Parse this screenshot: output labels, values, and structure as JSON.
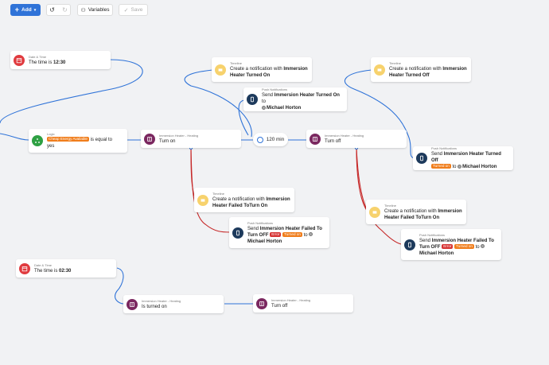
{
  "toolbar": {
    "add": "Add",
    "variables": "Variables",
    "save": "Save"
  },
  "nodes": {
    "dt1": {
      "cat": "Date & Time",
      "pre": "The time is ",
      "val": "12:30"
    },
    "dt2": {
      "cat": "Date & Time",
      "pre": "The time is ",
      "val": "02:30"
    },
    "tl1": {
      "cat": "Timeline",
      "pre": "Create a notification with ",
      "name": "Immersion Heater Turned On"
    },
    "tl2": {
      "cat": "Timeline",
      "pre": "Create a notification with ",
      "name": "Immersion Heater Turned Off"
    },
    "tl3": {
      "cat": "Timeline",
      "pre": "Create a notification with ",
      "name": "Immersion Heater Failed ToTurn On"
    },
    "tl4": {
      "cat": "Timeline",
      "pre": "Create a notification with ",
      "name": "Immersion Heater Failed ToTurn On"
    },
    "pn1": {
      "cat": "Push Notifications",
      "send": "Send ",
      "name": "Immersion Heater Turned On",
      "to": " to ",
      "user": "Michael Horton"
    },
    "pn2": {
      "cat": "Push Notifications",
      "send": "Send ",
      "name": "Immersion Heater Turned Off",
      "tag": "Turned on",
      "to": " to ",
      "user": "Michael Horton"
    },
    "pn3": {
      "cat": "Push Notifications",
      "send": "Send ",
      "name": "Immersion Heater Failed To Turn OFF",
      "err": "Error",
      "tag": "Turned on",
      "to": " to ",
      "user": "Michael Horton"
    },
    "pn4": {
      "cat": "Push Notifications",
      "send": "Send ",
      "name": "Immersion Heater Failed To Turn OFF",
      "err": "Error",
      "tag": "Turned on",
      "to": " to ",
      "user": "Michael Horton"
    },
    "logic": {
      "cat": "Logic",
      "tag": "Cheap Energy Available",
      "mid": " is equal to",
      "val": "yes"
    },
    "h1": {
      "cat": "Immersion Heater - Heating",
      "txt": "Turn on"
    },
    "h2": {
      "cat": "Immersion Heater - Heating",
      "txt": "Turn off"
    },
    "h3": {
      "cat": "Immersion Heater - Heating",
      "txt": "Is turned on"
    },
    "h4": {
      "cat": "Immersion Heater - Heating",
      "txt": "Turn off"
    },
    "delay": {
      "txt": "120 min"
    }
  },
  "colors": {
    "accent": "#2f73d8",
    "error_wire": "#c62828",
    "logic_tag": "#f07d1b",
    "error_tag": "#d63333"
  }
}
